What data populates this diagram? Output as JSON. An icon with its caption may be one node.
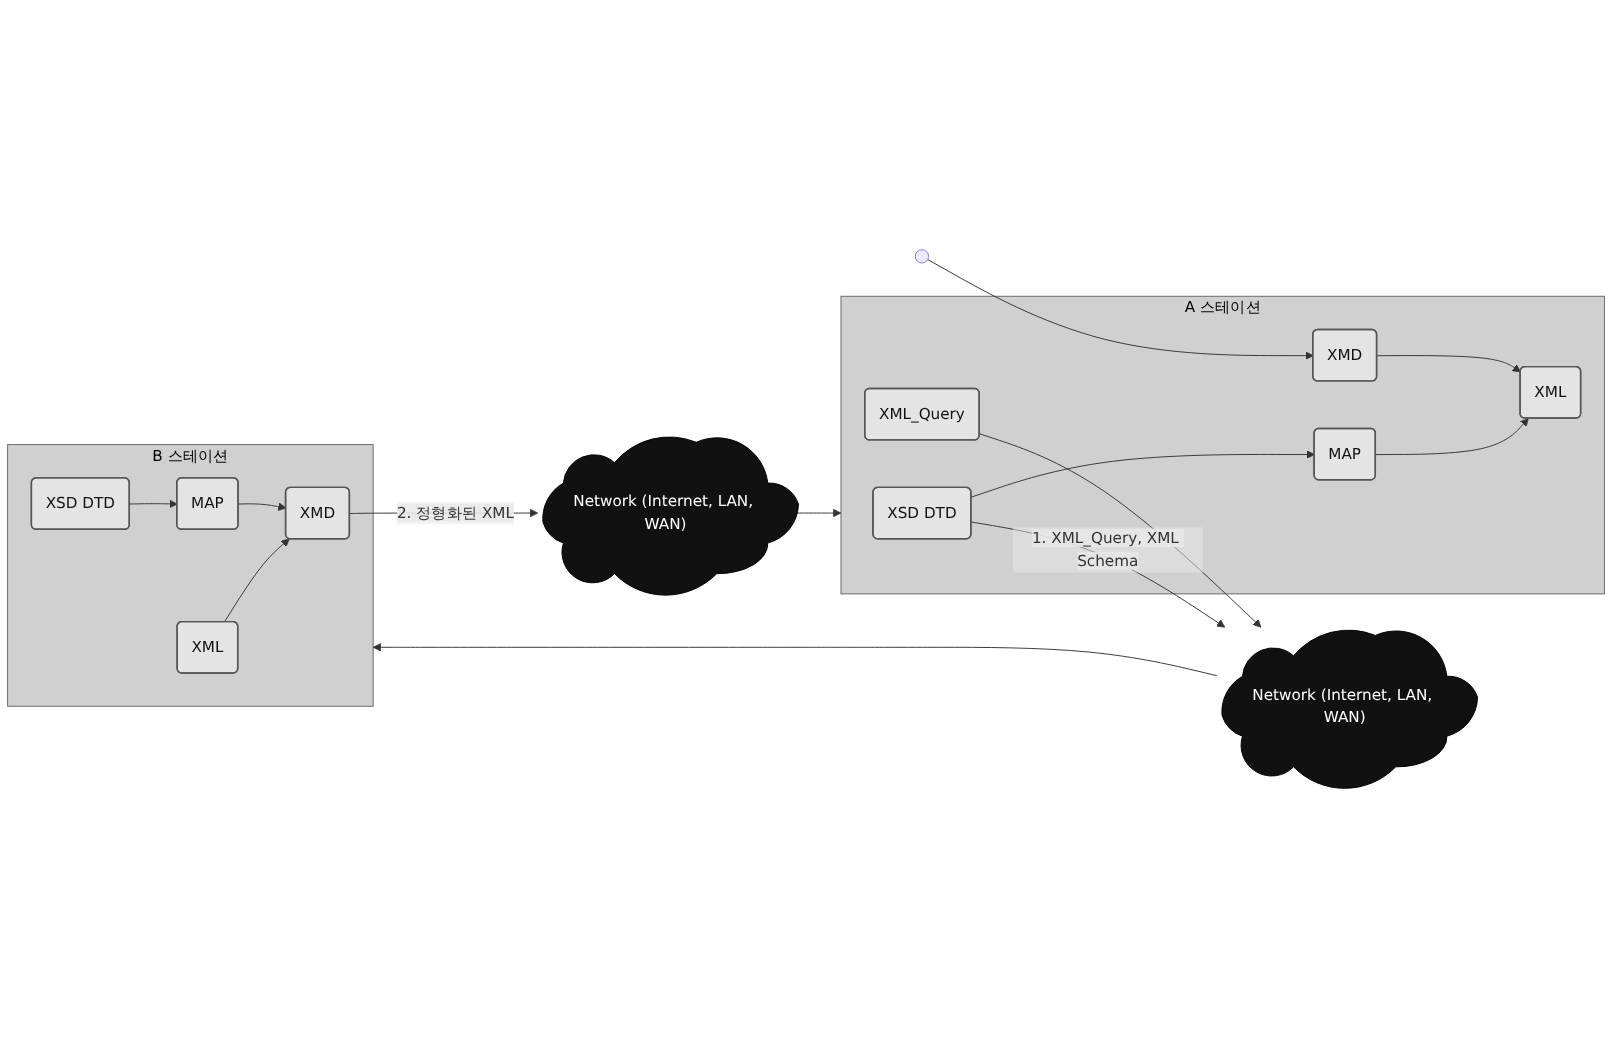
{
  "diagram": {
    "nodes": [
      {
        "text": [
          "B 스테이션"
        ]
      },
      {
        "text": [
          "XML"
        ],
        "in": 0
      },
      {
        "text": [
          "XSD DTD"
        ],
        "in": 0
      },
      {
        "text": [
          "MAP"
        ],
        "in": 0
      },
      {
        "text": [
          "XMD"
        ],
        "in": 0
      },
      {
        "text": [
          "Network (Internet, LAN, WAN)"
        ]
      },
      {
        "text": [
          "A 스테이션"
        ]
      },
      {
        "text": [
          "XSD DTD"
        ],
        "in": 6
      },
      {
        "text": [
          "XML_Query"
        ],
        "in": 6
      },
      {
        "text": [
          "MAP"
        ],
        "in": 6
      },
      {
        "text": [
          "XMD"
        ],
        "in": 6
      },
      {
        "text": [
          "XML"
        ],
        "in": 6
      },
      {
        "text": [
          "Network (Internet, LAN, WAN)"
        ]
      }
    ],
    "edges": [
      {
        "from": 5,
        "to": 0,
        "arrow": "to"
      },
      {
        "from": 2,
        "to": 3,
        "arrow": "to"
      },
      {
        "from": 1,
        "to": 4,
        "arrow": "to"
      },
      {
        "from": 3,
        "to": 4,
        "arrow": "to"
      },
      {
        "from": 4,
        "to": 12,
        "arrow": "to",
        "label": "2. 정형화된 XML"
      },
      {
        "from": 12,
        "to": 6,
        "arrow": "to"
      },
      {
        "from": 7,
        "to": 5,
        "arrow": "to",
        "label": "1. XML_Query, XML Schema"
      },
      {
        "from": 8,
        "to": 5,
        "arrow": "to"
      },
      {
        "from": 7,
        "to": 9,
        "arrow": "to"
      },
      {
        "from": null,
        "to": 10,
        "arrow": "to"
      },
      {
        "from": 9,
        "to": 11,
        "arrow": "to"
      },
      {
        "from": 10,
        "to": 11,
        "arrow": "to"
      }
    ]
  }
}
